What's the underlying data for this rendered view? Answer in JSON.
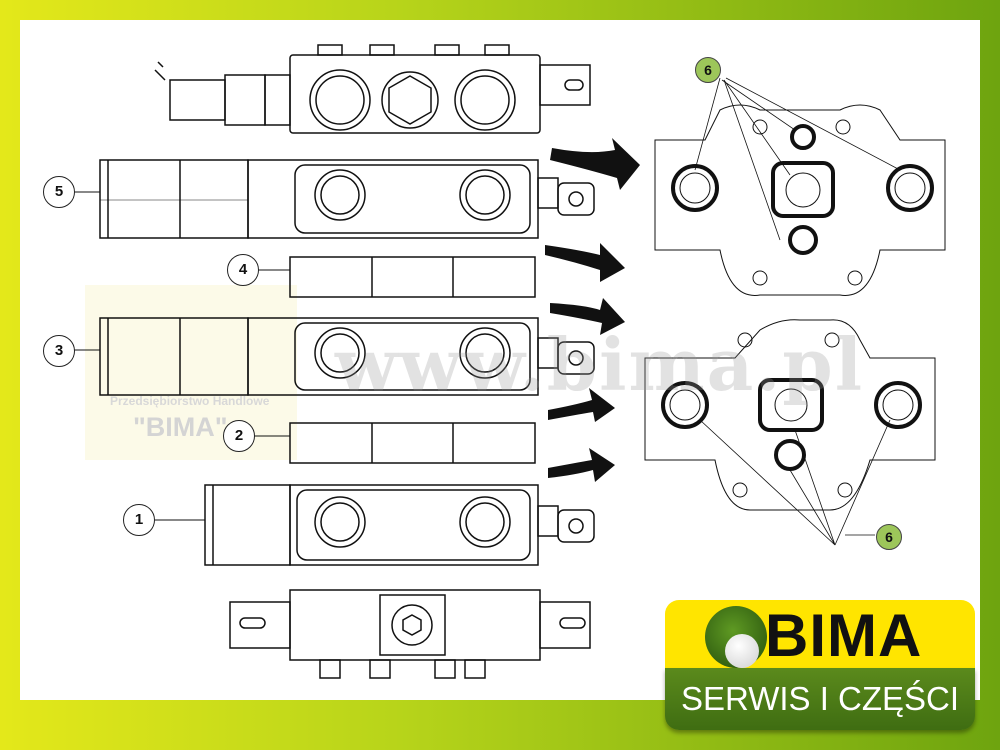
{
  "callouts": {
    "c5": "5",
    "c4": "4",
    "c3": "3",
    "c2": "2",
    "c1": "1",
    "c6a": "6",
    "c6b": "6"
  },
  "watermark": {
    "company": "Przedsiębiorstwo Handlowe",
    "name": "\"BIMA\"",
    "url": "www.bima.pl"
  },
  "logo": {
    "name": "BIMA",
    "tagline": "SERWIS I CZĘŚCI"
  },
  "colors": {
    "border_left": "#e4e81a",
    "border_right": "#6ea40f",
    "logo_yellow": "#ffe500",
    "logo_green": "#4a7a16",
    "callout_green": "#9dc65a"
  }
}
